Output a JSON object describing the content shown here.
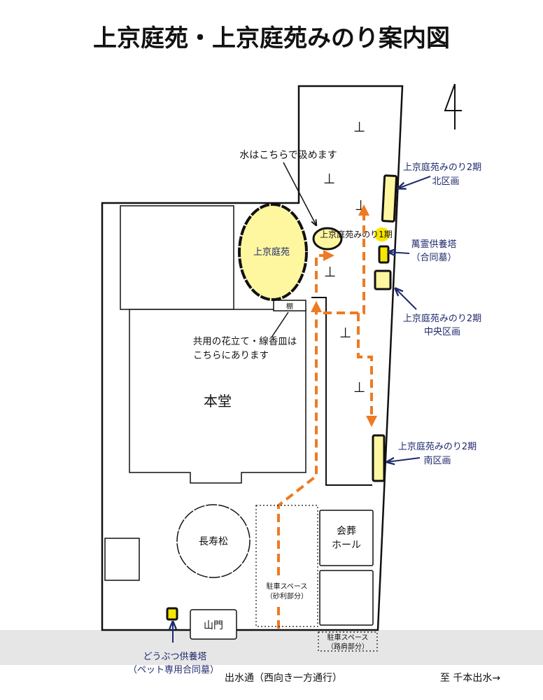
{
  "title": "上京庭苑・上京庭苑みのり案内図",
  "colors": {
    "path": "#ee7a22",
    "label_blue": "#1f2a6e",
    "garden_yellow": "#fff7a0",
    "marker_yellow": "#f7e600",
    "road": "#e6e6e6"
  },
  "labels": {
    "water": "水はこちらで汲めます",
    "jokyo_teien": "上京庭苑",
    "minori1": "上京庭苑みのり1期",
    "north_1": "上京庭苑みのり2期",
    "north_2": "北区画",
    "banrei_1": "萬霊供養塔",
    "banrei_2": "（合同墓）",
    "center_1": "上京庭苑みのり2期",
    "center_2": "中央区画",
    "south_1": "上京庭苑みのり2期",
    "south_2": "南区画",
    "shelf": "棚",
    "flowers_1": "共用の花立て・線香皿は",
    "flowers_2": "こちらにあります",
    "hondo": "本堂",
    "choju": "長寿松",
    "hall_1": "会葬",
    "hall_2": "ホール",
    "parking_gravel_1": "駐車スペース",
    "parking_gravel_2": "（砂利部分）",
    "parking_road_1": "駐車スペース",
    "parking_road_2": "（路肩部分）",
    "sanmon": "山門",
    "pet_1": "どうぶつ供養塔",
    "pet_2": "（ペット専用合同墓）",
    "street": "出水通（西向き一方通行）",
    "to_senbon": "至 千本出水→",
    "grave_mark": "⊥"
  }
}
